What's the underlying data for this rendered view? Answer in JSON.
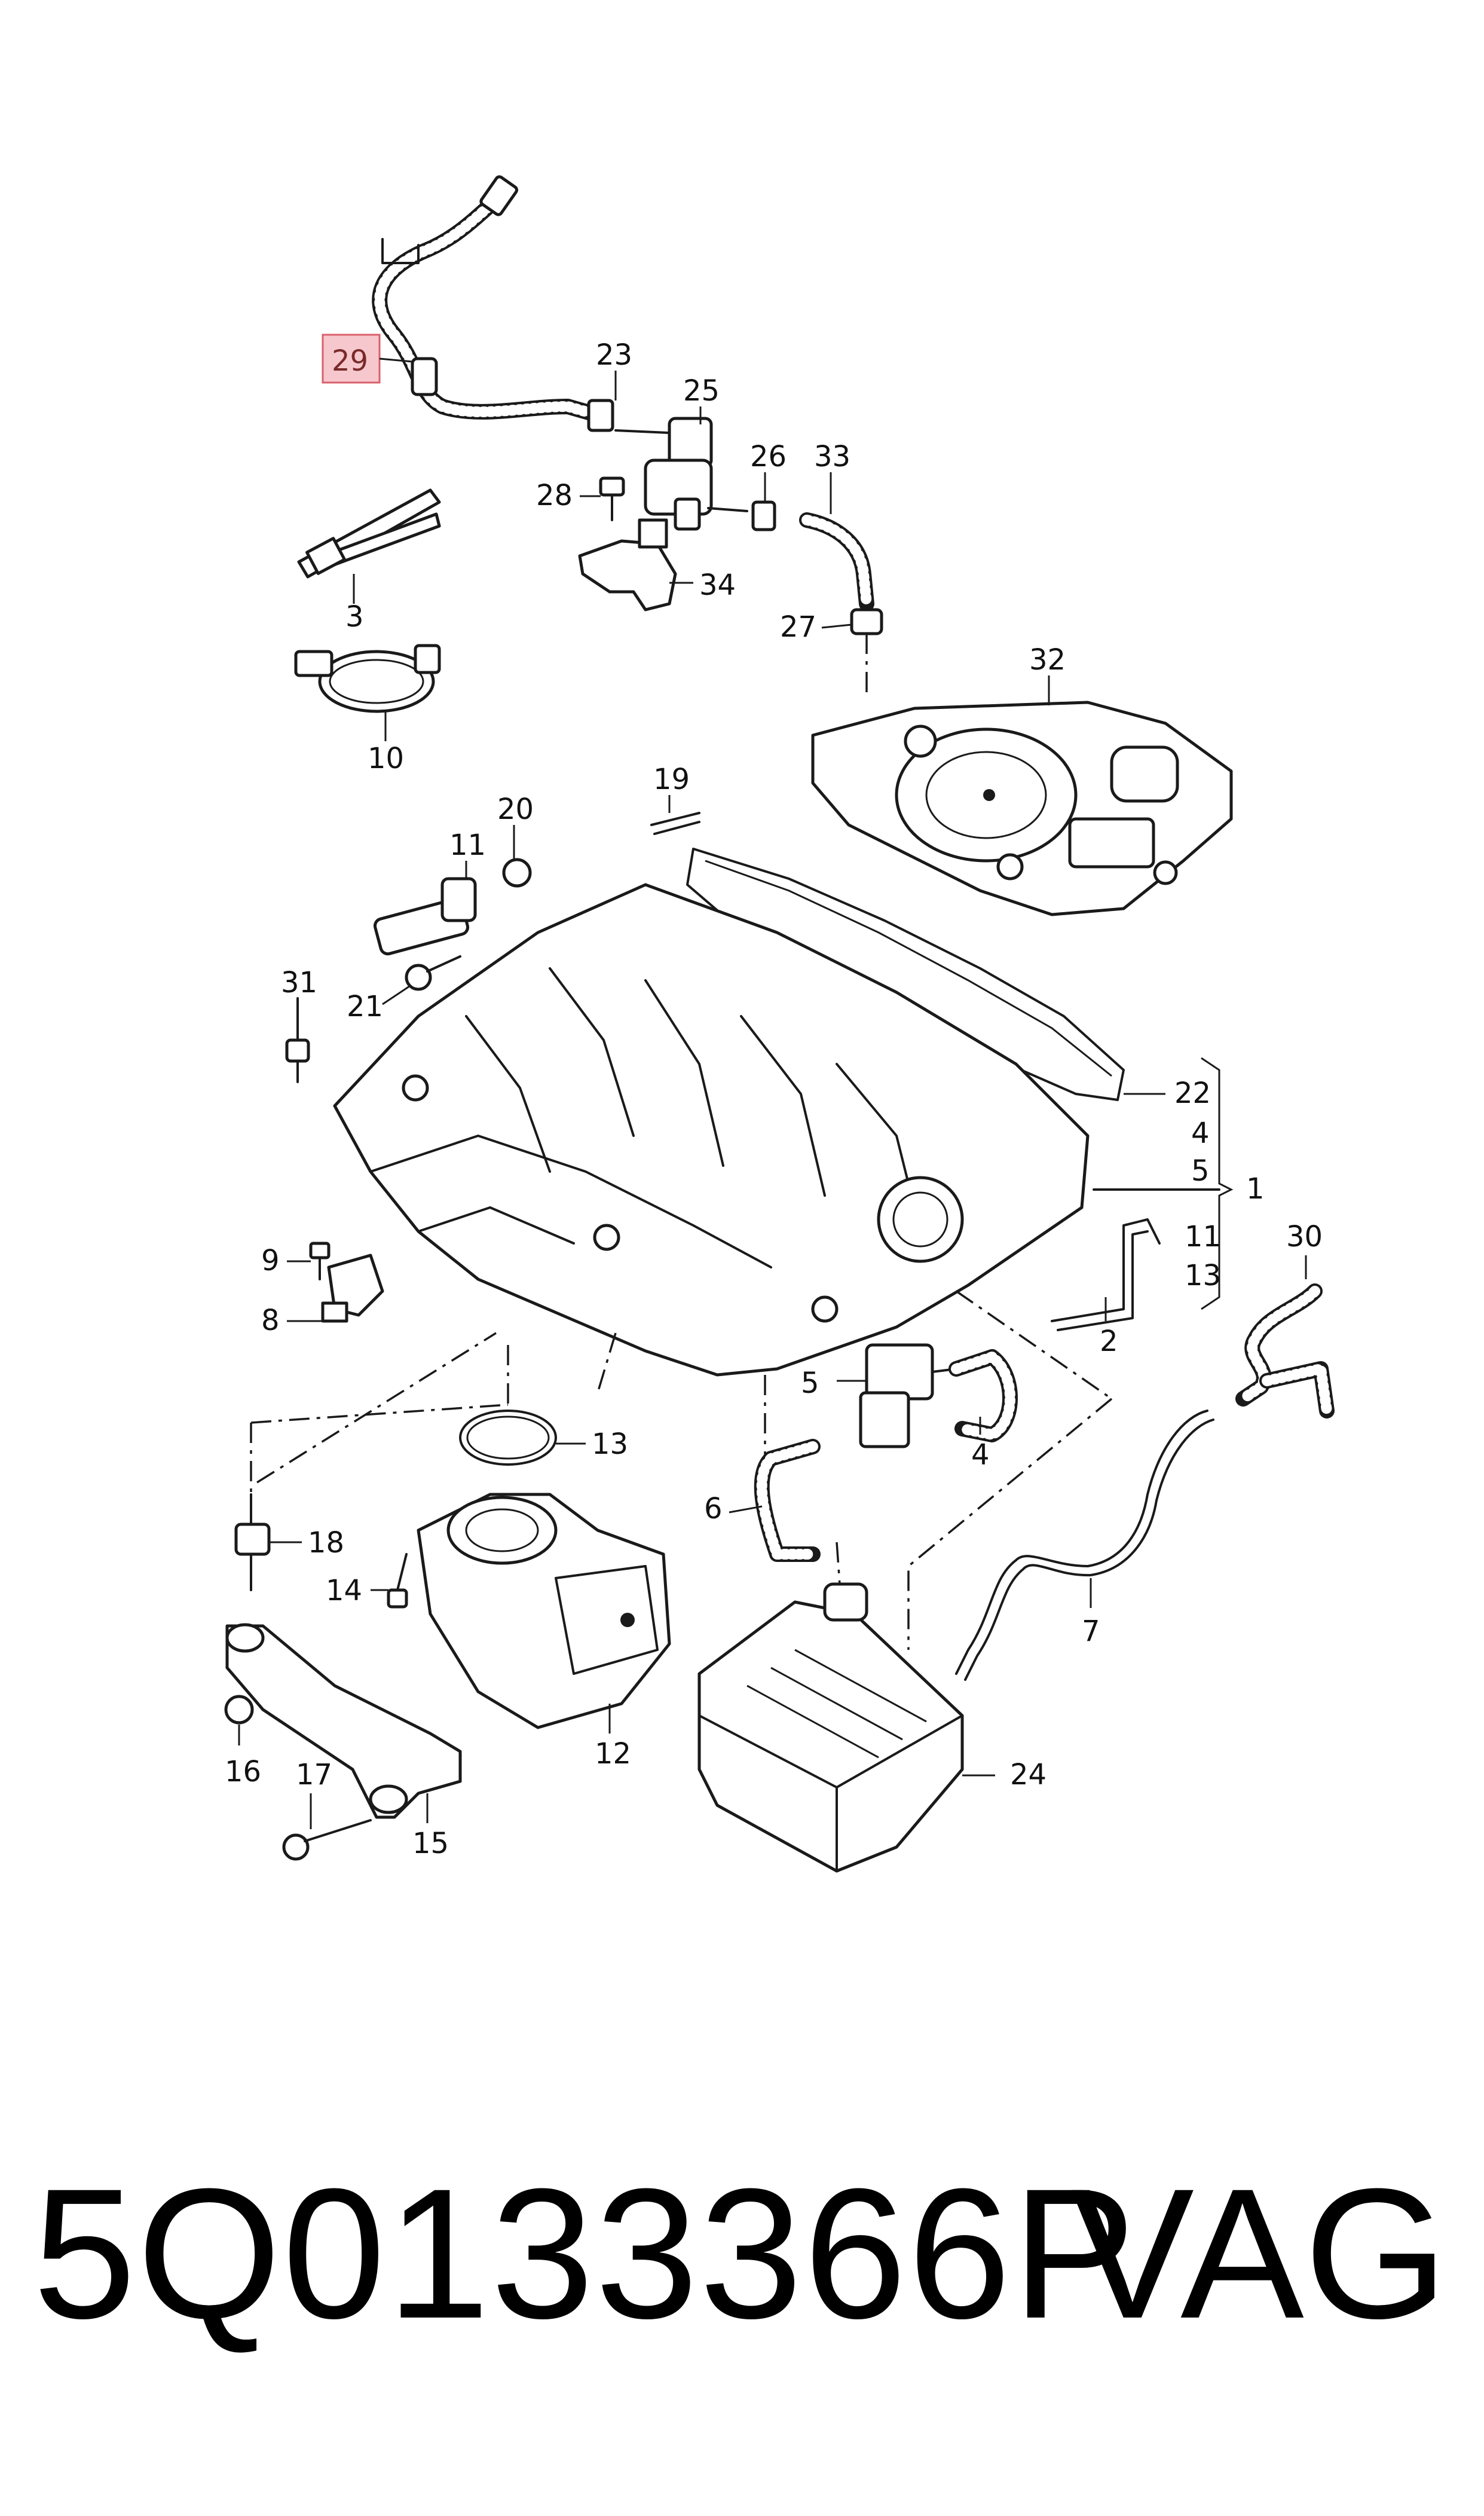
{
  "diagram": {
    "callouts": {
      "c1": "1",
      "c2": "2",
      "c3": "3",
      "c4a": "4",
      "c4b": "4",
      "c5a": "5",
      "c5b": "5",
      "c6": "6",
      "c7": "7",
      "c8": "8",
      "c9": "9",
      "c10": "10",
      "c11a": "11",
      "c11b": "11",
      "c12": "12",
      "c13a": "13",
      "c13b": "13",
      "c14": "14",
      "c15": "15",
      "c16": "16",
      "c17": "17",
      "c18": "18",
      "c19": "19",
      "c20": "20",
      "c21": "21",
      "c22": "22",
      "c23": "23",
      "c24": "24",
      "c25": "25",
      "c26": "26",
      "c27": "27",
      "c28": "28",
      "c29": "29",
      "c30": "30",
      "c31": "31",
      "c32": "32",
      "c33": "33",
      "c34": "34"
    },
    "highlighted_part": "29",
    "highlight_color": "#e8a0a8"
  },
  "footer": {
    "part_number": "5Q0133366P",
    "brand": "VAG"
  }
}
